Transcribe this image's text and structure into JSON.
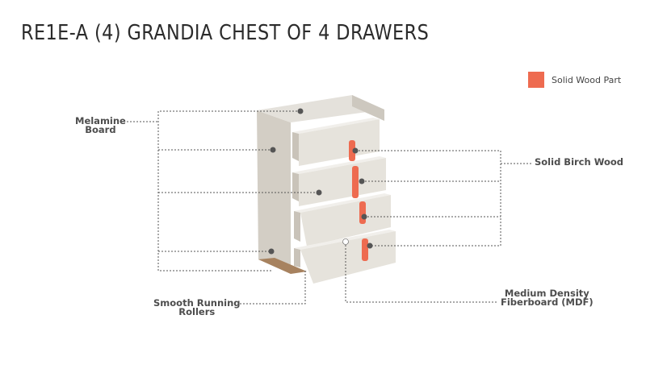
{
  "title": "RE1E-A (4) GRANDIA CHEST OF 4 DRAWERS",
  "legend": {
    "label": "Solid Wood Part",
    "color": "#ee6b50"
  },
  "labels": {
    "melamine_line1": "Melamine",
    "melamine_line2": "Board",
    "birch": "Solid Birch Wood",
    "rollers_line1": "Smooth Running",
    "rollers_line2": "Rollers",
    "mdf_line1": "Medium Density",
    "mdf_line2": "Fiberboard (MDF)"
  },
  "colors": {
    "body": "#dedad2",
    "body_dark": "#c9c4bb",
    "drawer_front": "#e7e4dd",
    "handle": "#ee6b50",
    "line": "#555555"
  }
}
